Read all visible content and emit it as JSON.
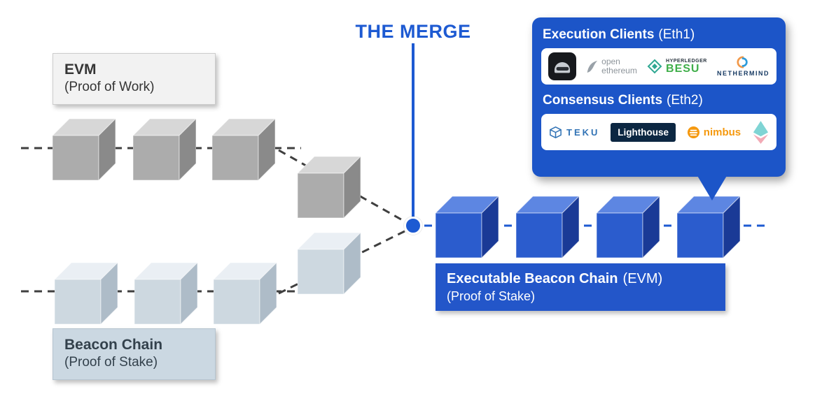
{
  "title": "THE MERGE",
  "evm_label": {
    "title": "EVM",
    "subtitle": "(Proof of Work)"
  },
  "beacon_label": {
    "title": "Beacon Chain",
    "subtitle": "(Proof of Stake)"
  },
  "merged_label": {
    "title": "Executable Beacon Chain",
    "suffix": "(EVM)",
    "subtitle": "(Proof of Stake)"
  },
  "clients_panel": {
    "execution_title": "Execution Clients",
    "execution_suffix": "(Eth1)",
    "consensus_title": "Consensus Clients",
    "consensus_suffix": "(Eth2)",
    "execution_logos": {
      "openethereum_line1": "open",
      "openethereum_line2": "ethereum",
      "hyperledger": "HYPERLEDGER",
      "besu": "BESU",
      "nethermind": "NETHERMIND"
    },
    "consensus_logos": {
      "teku": "TEKU",
      "lighthouse": "Lighthouse",
      "nimbus": "nimbus"
    }
  },
  "icons": [
    "miner-helmet-icon",
    "openethereum-feather-icon",
    "besu-diamond-icon",
    "nethermind-rings-icon",
    "teku-cube-icon",
    "nimbus-circle-icon",
    "eth-diamond-icon",
    "merge-point-dot"
  ],
  "colors": {
    "accent_blue": "#1d5ad2",
    "panel_blue": "#1c55c8",
    "merged_label_blue": "#2356c9",
    "cube_blue_front": "#2b5ccd",
    "cube_gray_front": "#acacac",
    "cube_lightblue_front": "#cdd8e0",
    "besu_green": "#3fae49",
    "nimbus_orange": "#f5990f",
    "teku_blue": "#3173b5",
    "lighthouse_navy": "#0c2742",
    "dash_gray": "#3f3f3f"
  }
}
